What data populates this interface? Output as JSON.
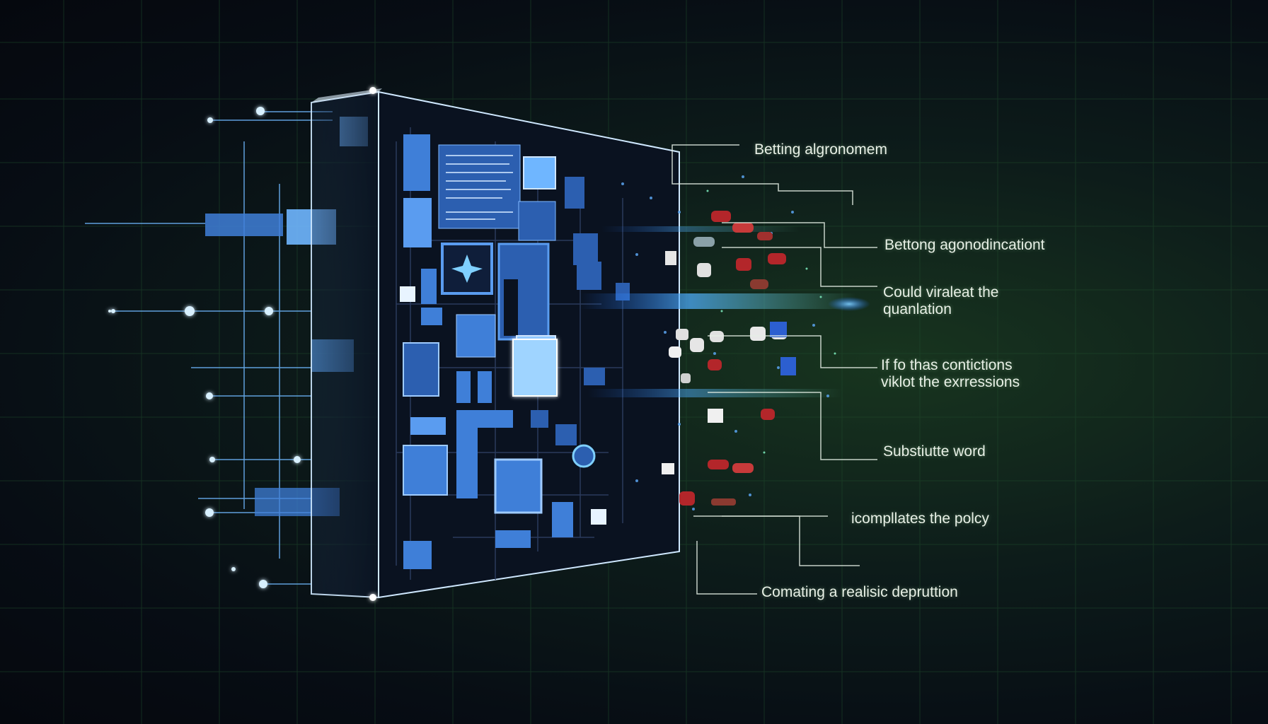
{
  "labels": {
    "l1": "Betting algronomem",
    "l2": "Bettong agonodincationt",
    "l3a": "Could viraleat the",
    "l3b": "quanlation",
    "l4a": "If fo thas contictions",
    "l4b": "viklot the exrressions",
    "l5": "Substiutte word",
    "l6": "icompllates the polcy",
    "l7": "Comating a realisic depruttion"
  },
  "colors": {
    "background": "#070d14",
    "grid": "#1f4a2c",
    "panel_blue": "#3f7fd8",
    "glow": "#bfe4ff",
    "particle_red": "#b3262a",
    "label_text": "#e8f0e6"
  }
}
